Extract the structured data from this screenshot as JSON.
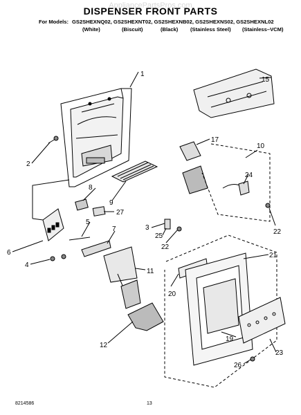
{
  "watermark": "AppliancePartsPros.com",
  "title": "DISPENSER FRONT PARTS",
  "models": {
    "for_label": "For Models:",
    "list": "GS2SHEXNQ02, GS2SHEXNT02, GS2SHEXNB02, GS2SHEXNS02, GS2SHEXNL02",
    "colors": [
      "(White)",
      "(Biscuit)",
      "(Black)",
      "(Stainless Steel)",
      "(Stainless–VCM)"
    ]
  },
  "callouts": [
    "1",
    "2",
    "3",
    "4",
    "5",
    "6",
    "7",
    "8",
    "9",
    "10",
    "11",
    "12",
    "15",
    "17",
    "19",
    "20",
    "21",
    "22",
    "22",
    "23",
    "24",
    "25",
    "26",
    "27"
  ],
  "footer": {
    "part_number": "8214586",
    "page_number": "13"
  }
}
